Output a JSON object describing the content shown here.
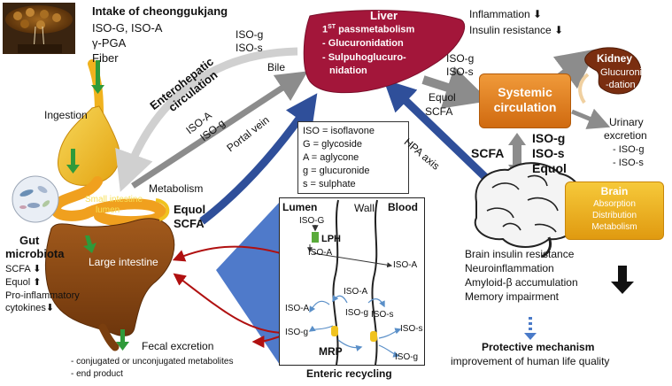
{
  "intake": {
    "title": "Intake of cheonggukjang",
    "items": [
      "ISO-G, ISO-A",
      "γ-PGA",
      "Fiber"
    ]
  },
  "enterohepatic": {
    "line1": "Enterohepatic",
    "line2": "circulation"
  },
  "bile": {
    "iso1": "ISO-g",
    "iso2": "ISO-s",
    "label": "Bile"
  },
  "portal": {
    "iso1": "ISO-A",
    "iso2": "ISO-g",
    "label": "Portal vein"
  },
  "ingestion": "Ingestion",
  "metabolism": "Metabolism",
  "small_intestine": {
    "line1": "Small intestine",
    "line2": "lumen"
  },
  "equol_scfa_left": {
    "line1": "Equol",
    "line2": "SCFA"
  },
  "gut": {
    "title1": "Gut",
    "title2": "microbiota",
    "items": [
      "SCFA",
      "Equol",
      "Pro-inflammatory",
      "cytokines"
    ]
  },
  "large_intestine": "Large intestine",
  "fecal": {
    "title": "Fecal excretion",
    "items": [
      "- conjugated or unconjugated metabolites",
      "- end product"
    ]
  },
  "liver": {
    "title": "Liver",
    "sup": "ST",
    "pre": "1",
    "pass": " passmetabolism",
    "items": [
      "- Glucuronidation",
      "- Sulpuhoglucuro-",
      "nidation"
    ]
  },
  "liver_effects": {
    "items": [
      "Inflammation",
      "Insulin resistance"
    ]
  },
  "liver_to_systemic": {
    "iso1": "ISO-g",
    "iso2": "ISO-s"
  },
  "equol_scfa_mid": {
    "line1": "Equol",
    "line2": "SCFA"
  },
  "systemic": {
    "line1": "Systemic",
    "line2": "circulation"
  },
  "kidney": {
    "title": "Kidney",
    "line1": "Glucuroni",
    "line2": "-dation"
  },
  "urinary": {
    "line1": "Urinary",
    "line2": "excretion",
    "items": [
      "- ISO-g",
      "- ISO-s"
    ]
  },
  "hpa": "HPA axis",
  "brain_link": {
    "scfa": "SCFA",
    "items": [
      "ISO-g",
      "ISO-s",
      "Equol"
    ]
  },
  "legend": {
    "items": [
      "ISO = isoflavone",
      "G = glycoside",
      "A = aglycone",
      "g = glucuronide",
      "s = sulphate"
    ]
  },
  "recycling": {
    "lumen": "Lumen",
    "wall": "Wall",
    "blood": "Blood",
    "iso_G": "ISO-G",
    "lph": "LPH",
    "iso_A_lumen": "ISO-A",
    "iso_A_blood": "ISO-A",
    "iso_A_mid": "ISO-A",
    "iso_A_left": "ISO-A",
    "iso_g_left": "ISO-g",
    "iso_g_mid": "ISO-g",
    "iso_g_right": "ISO-g",
    "iso_s_right": "ISO-s",
    "iso_s_mid": "ISO-s",
    "mrp": "MRP",
    "title": "Enteric recycling"
  },
  "brain": {
    "title": "Brain",
    "items": [
      "Absorption",
      "Distribution",
      "Metabolism"
    ]
  },
  "brain_effects": {
    "items": [
      "Brain insulin resistance",
      "Neuroinflammation",
      "Amyloid-β accumulation",
      "Memory impairment"
    ]
  },
  "protective": {
    "title": "Protective mechanism",
    "subtitle": "improvement of human life quality"
  },
  "colors": {
    "liver": "#a3163a",
    "orange": "#e47a1a",
    "yellow": "#f0b21e",
    "blue_arrow": "#2f4f9a",
    "gray_arrow": "#8c8c8c",
    "light_gray_arrow": "#d0d0d0",
    "stomach_yellow": "#f3c21c",
    "intestine_brown": "#8b4a12",
    "red_arrow": "#b01010",
    "green_arrow": "#2f9a3a"
  }
}
